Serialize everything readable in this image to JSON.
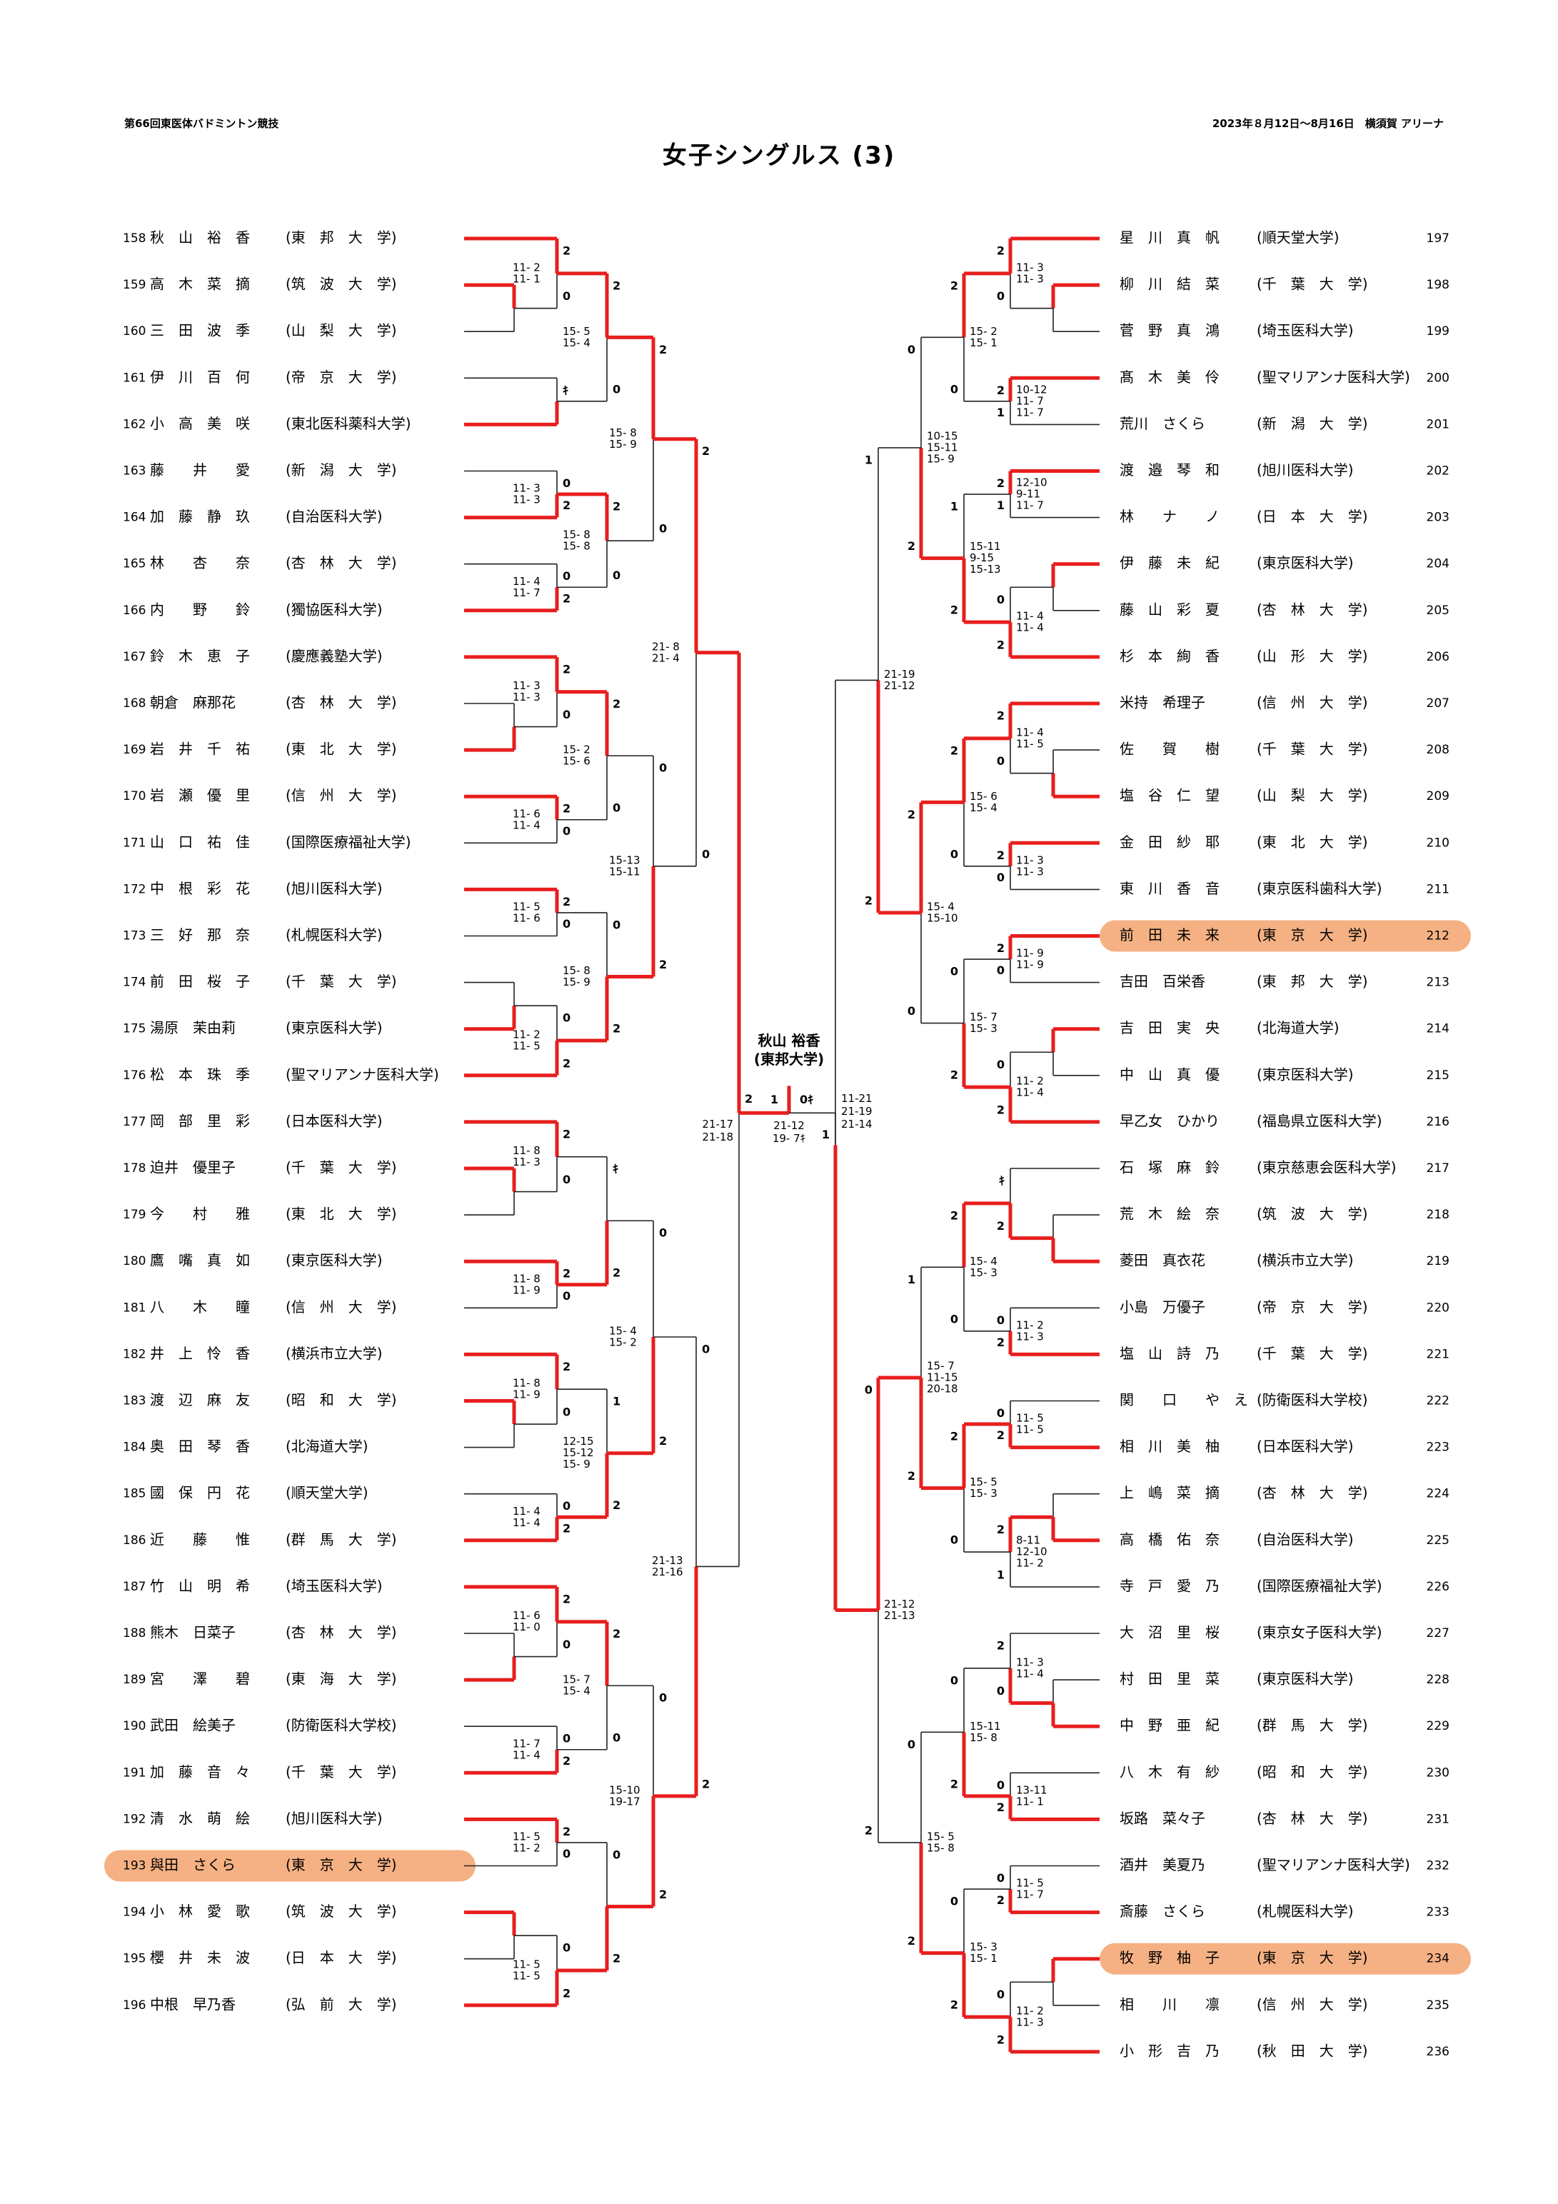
{
  "header": {
    "event": "第66回東医体バドミントン競技",
    "date_venue": "2023年８月12日～8月16日　横須賀 アリーナ",
    "title": "女子シングルス (3)"
  },
  "colors": {
    "win": "#e81e1e",
    "line": "#222222",
    "highlight": "#f5b183"
  },
  "players_left": [
    {
      "no": "158",
      "name": "秋　山　裕　香",
      "school": "東　邦　大　学"
    },
    {
      "no": "159",
      "name": "高　木　菜　摘",
      "school": "筑　波　大　学"
    },
    {
      "no": "160",
      "name": "三　田　波　季",
      "school": "山　梨　大　学"
    },
    {
      "no": "161",
      "name": "伊　川　百　何",
      "school": "帝　京　大　学"
    },
    {
      "no": "162",
      "name": "小　高　美　咲",
      "school": "東北医科薬科大学"
    },
    {
      "no": "163",
      "name": "藤　　井　　愛",
      "school": "新　潟　大　学"
    },
    {
      "no": "164",
      "name": "加　藤　静　玖",
      "school": "自治医科大学"
    },
    {
      "no": "165",
      "name": "林　　杏　　奈",
      "school": "杏　林　大　学"
    },
    {
      "no": "166",
      "name": "内　　野　　鈴",
      "school": "獨協医科大学"
    },
    {
      "no": "167",
      "name": "鈴　木　恵　子",
      "school": "慶應義塾大学"
    },
    {
      "no": "168",
      "name": "朝倉　麻那花",
      "school": "杏　林　大　学"
    },
    {
      "no": "169",
      "name": "岩　井　千　祐",
      "school": "東　北　大　学"
    },
    {
      "no": "170",
      "name": "岩　瀬　優　里",
      "school": "信　州　大　学"
    },
    {
      "no": "171",
      "name": "山　口　祐　佳",
      "school": "国際医療福祉大学"
    },
    {
      "no": "172",
      "name": "中　根　彩　花",
      "school": "旭川医科大学"
    },
    {
      "no": "173",
      "name": "三　好　那　奈",
      "school": "札幌医科大学"
    },
    {
      "no": "174",
      "name": "前　田　桜　子",
      "school": "千　葉　大　学"
    },
    {
      "no": "175",
      "name": "湯原　茉由莉",
      "school": "東京医科大学"
    },
    {
      "no": "176",
      "name": "松　本　珠　季",
      "school": "聖マリアンナ医科大学"
    },
    {
      "no": "177",
      "name": "岡　部　里　彩",
      "school": "日本医科大学"
    },
    {
      "no": "178",
      "name": "迫井　優里子",
      "school": "千　葉　大　学"
    },
    {
      "no": "179",
      "name": "今　　村　　雅",
      "school": "東　北　大　学"
    },
    {
      "no": "180",
      "name": "鷹　嘴　真　如",
      "school": "東京医科大学"
    },
    {
      "no": "181",
      "name": "八　　木　　瞳",
      "school": "信　州　大　学"
    },
    {
      "no": "182",
      "name": "井　上　怜　香",
      "school": "横浜市立大学"
    },
    {
      "no": "183",
      "name": "渡　辺　麻　友",
      "school": "昭　和　大　学"
    },
    {
      "no": "184",
      "name": "奥　田　琴　香",
      "school": "北海道大学"
    },
    {
      "no": "185",
      "name": "國　保　円　花",
      "school": "順天堂大学"
    },
    {
      "no": "186",
      "name": "近　　藤　　惟",
      "school": "群　馬　大　学"
    },
    {
      "no": "187",
      "name": "竹　山　明　希",
      "school": "埼玉医科大学"
    },
    {
      "no": "188",
      "name": "熊木　日菜子",
      "school": "杏　林　大　学"
    },
    {
      "no": "189",
      "name": "宮　　澤　　碧",
      "school": "東　海　大　学"
    },
    {
      "no": "190",
      "name": "武田　絵美子",
      "school": "防衛医科大学校"
    },
    {
      "no": "191",
      "name": "加　藤　音　々",
      "school": "千　葉　大　学"
    },
    {
      "no": "192",
      "name": "清　水　萌　絵",
      "school": "旭川医科大学"
    },
    {
      "no": "193",
      "name": "與田　さくら",
      "school": "東　京　大　学"
    },
    {
      "no": "194",
      "name": "小　林　愛　歌",
      "school": "筑　波　大　学"
    },
    {
      "no": "195",
      "name": "櫻　井　未　波",
      "school": "日　本　大　学"
    },
    {
      "no": "196",
      "name": "中根　早乃香",
      "school": "弘　前　大　学"
    }
  ],
  "players_right": [
    {
      "no": "197",
      "name": "星　川　真　帆",
      "school": "順天堂大学"
    },
    {
      "no": "198",
      "name": "柳　川　結　菜",
      "school": "千　葉　大　学"
    },
    {
      "no": "199",
      "name": "菅　野　真　鴻",
      "school": "埼玉医科大学"
    },
    {
      "no": "200",
      "name": "髙　木　美　伶",
      "school": "聖マリアンナ医科大学"
    },
    {
      "no": "201",
      "name": "荒川　さくら",
      "school": "新　潟　大　学"
    },
    {
      "no": "202",
      "name": "渡　邉　琴　和",
      "school": "旭川医科大学"
    },
    {
      "no": "203",
      "name": "林　　ナ　　ノ",
      "school": "日　本　大　学"
    },
    {
      "no": "204",
      "name": "伊　藤　未　紀",
      "school": "東京医科大学"
    },
    {
      "no": "205",
      "name": "藤　山　彩　夏",
      "school": "杏　林　大　学"
    },
    {
      "no": "206",
      "name": "杉　本　絢　香",
      "school": "山　形　大　学"
    },
    {
      "no": "207",
      "name": "米持　希理子",
      "school": "信　州　大　学"
    },
    {
      "no": "208",
      "name": "佐　　賀　　樹",
      "school": "千　葉　大　学"
    },
    {
      "no": "209",
      "name": "塩　谷　仁　望",
      "school": "山　梨　大　学"
    },
    {
      "no": "210",
      "name": "金　田　紗　耶",
      "school": "東　北　大　学"
    },
    {
      "no": "211",
      "name": "東　川　香　音",
      "school": "東京医科歯科大学"
    },
    {
      "no": "212",
      "name": "前　田　未　来",
      "school": "東　京　大　学"
    },
    {
      "no": "213",
      "name": "吉田　百栄香",
      "school": "東　邦　大　学"
    },
    {
      "no": "214",
      "name": "吉　田　実　央",
      "school": "北海道大学"
    },
    {
      "no": "215",
      "name": "中　山　真　優",
      "school": "東京医科大学"
    },
    {
      "no": "216",
      "name": "早乙女　ひかり",
      "school": "福島県立医科大学"
    },
    {
      "no": "217",
      "name": "石　塚　麻　鈴",
      "school": "東京慈恵会医科大学"
    },
    {
      "no": "218",
      "name": "荒　木　絵　奈",
      "school": "筑　波　大　学"
    },
    {
      "no": "219",
      "name": "菱田　真衣花",
      "school": "横浜市立大学"
    },
    {
      "no": "220",
      "name": "小島　万優子",
      "school": "帝　京　大　学"
    },
    {
      "no": "221",
      "name": "塩　山　詩　乃",
      "school": "千　葉　大　学"
    },
    {
      "no": "222",
      "name": "関　　口　　や　え",
      "school": "防衛医科大学校"
    },
    {
      "no": "223",
      "name": "相　川　美　柚",
      "school": "日本医科大学"
    },
    {
      "no": "224",
      "name": "上　嶋　菜　摘",
      "school": "杏　林　大　学"
    },
    {
      "no": "225",
      "name": "高　橋　佑　奈",
      "school": "自治医科大学"
    },
    {
      "no": "226",
      "name": "寺　戸　愛　乃",
      "school": "国際医療福祉大学"
    },
    {
      "no": "227",
      "name": "大　沼　里　桜",
      "school": "東京女子医科大学"
    },
    {
      "no": "228",
      "name": "村　田　里　菜",
      "school": "東京医科大学"
    },
    {
      "no": "229",
      "name": "中　野　亜　紀",
      "school": "群　馬　大　学"
    },
    {
      "no": "230",
      "name": "八　木　有　紗",
      "school": "昭　和　大　学"
    },
    {
      "no": "231",
      "name": "坂路　菜々子",
      "school": "杏　林　大　学"
    },
    {
      "no": "232",
      "name": "酒井　美夏乃",
      "school": "聖マリアンナ医科大学"
    },
    {
      "no": "233",
      "name": "斎藤　さくら",
      "school": "札幌医科大学"
    },
    {
      "no": "234",
      "name": "牧　野　柚　子",
      "school": "東　京　大　学"
    },
    {
      "no": "235",
      "name": "相　　川　　凛",
      "school": "信　州　大　学"
    },
    {
      "no": "236",
      "name": "小　形　吉　乃",
      "school": "秋　田　大　学"
    }
  ],
  "highlighted": [
    "193",
    "212",
    "234"
  ],
  "champion": {
    "name": "秋山 裕香",
    "school": "(東邦大学)"
  },
  "final": {
    "left_score": "1",
    "right_score": "0ｷ",
    "games_left": [
      "21-17",
      "21-18"
    ],
    "games_mid": [
      "21-12",
      "19- 7ｷ"
    ],
    "games_right": [
      "11-21",
      "21-19",
      "21-14"
    ]
  }
}
